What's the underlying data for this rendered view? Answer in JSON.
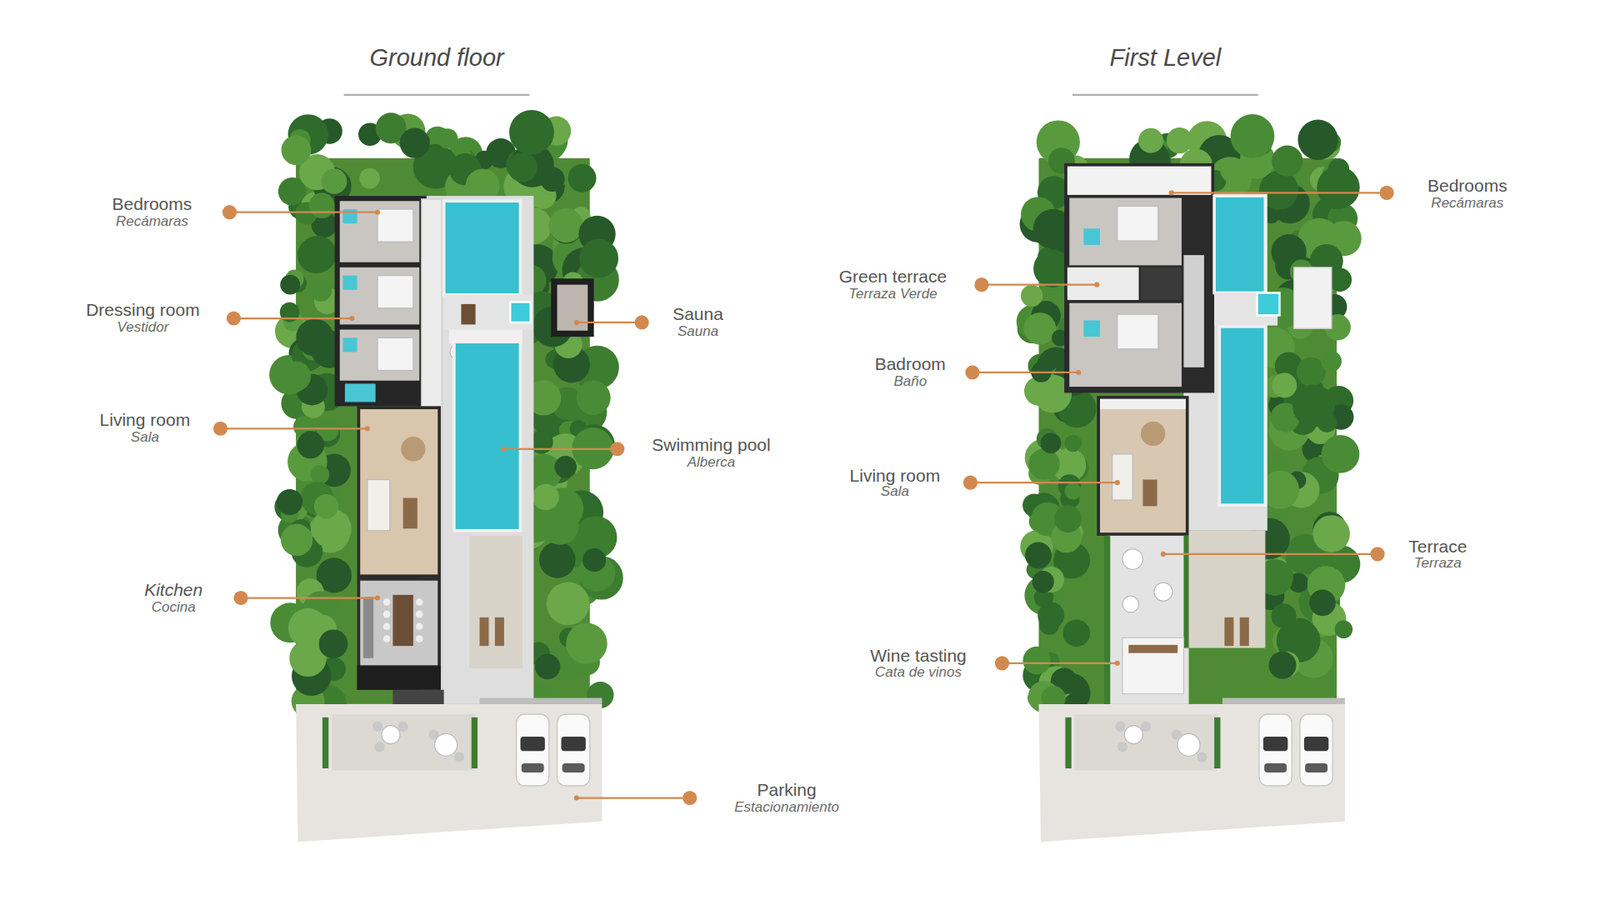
{
  "diagram": {
    "labels": [
      "Ground floor",
      "First Level",
      "Bedrooms",
      "Recámaras",
      "Dressing room",
      "Vestidor",
      "Living room",
      "Sala",
      "Kitchen",
      "Cocina",
      "Sauna",
      "Sauna",
      "Swimming pool",
      "Alberca",
      "Parking",
      "Estacionamiento",
      "Bedrooms",
      "Recámaras",
      "Green terrace",
      "Terraza Verde",
      "Badroom",
      "Baño",
      "Living room",
      "Sala",
      "Terrace",
      "Terraza",
      "Wine tasting",
      "Cata de vinos"
    ]
  }
}
